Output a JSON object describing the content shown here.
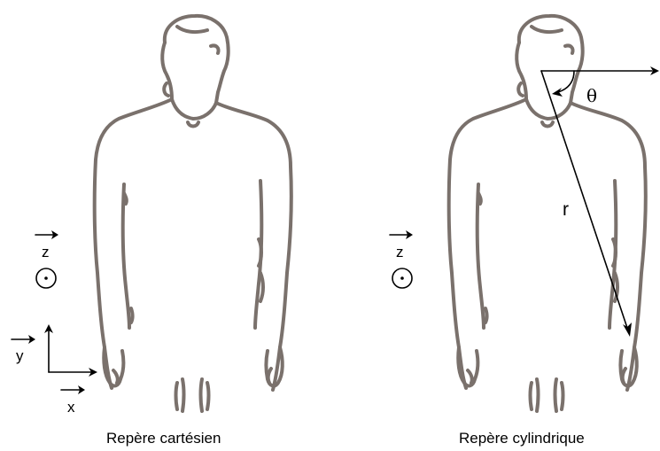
{
  "captions": {
    "left": "Repère cartésien",
    "right": "Repère cylindrique"
  },
  "left_frame": {
    "z_label": "z",
    "y_label": "y",
    "x_label": "x"
  },
  "right_frame": {
    "z_label": "z",
    "r_label": "r",
    "theta_label": "θ"
  },
  "colors": {
    "silhouette": "#7a716c",
    "ink": "#000000"
  }
}
